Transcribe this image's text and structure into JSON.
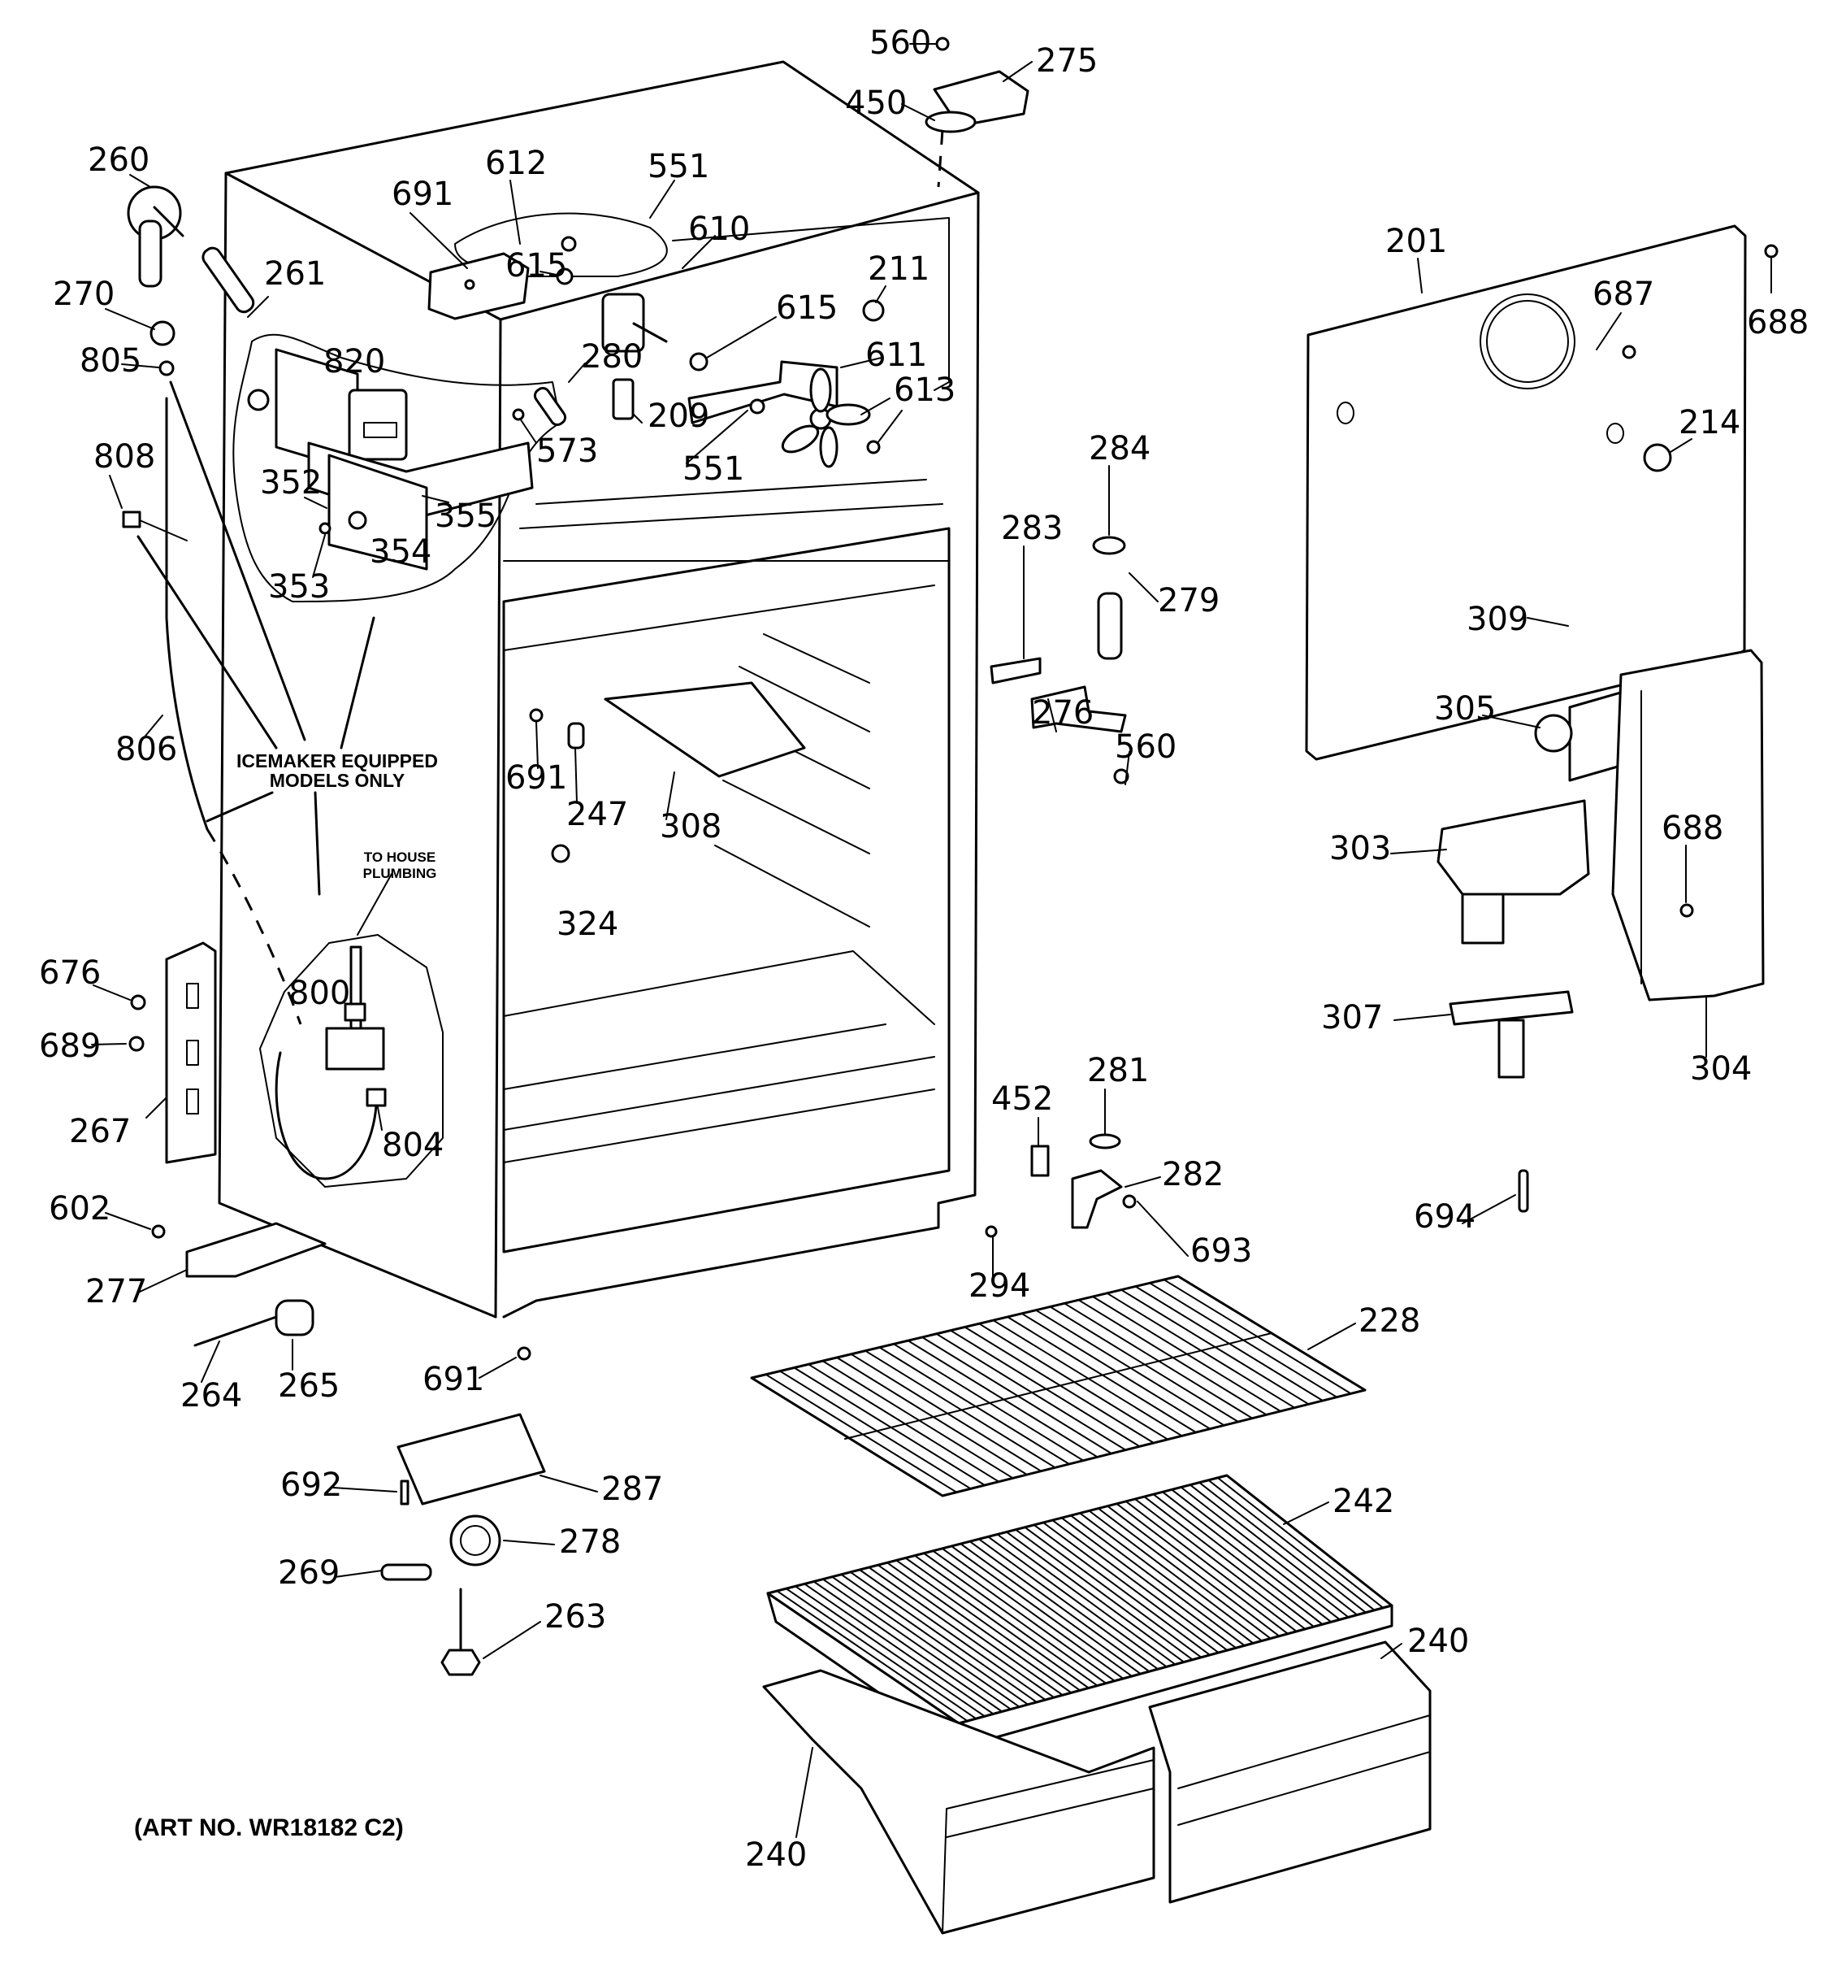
{
  "diagram": {
    "title": "Refrigerator cabinet parts diagram",
    "art_number": "(ART NO. WR18182 C2)",
    "notes": {
      "icemaker_line1": "ICEMAKER EQUIPPED",
      "icemaker_line2": "MODELS ONLY",
      "plumbing_line1": "TO HOUSE",
      "plumbing_line2": "PLUMBING"
    },
    "callouts": [
      {
        "id": "560a",
        "text": "560"
      },
      {
        "id": "275",
        "text": "275"
      },
      {
        "id": "450",
        "text": "450"
      },
      {
        "id": "260",
        "text": "260"
      },
      {
        "id": "612",
        "text": "612"
      },
      {
        "id": "551a",
        "text": "551"
      },
      {
        "id": "691a",
        "text": "691"
      },
      {
        "id": "610",
        "text": "610"
      },
      {
        "id": "615a",
        "text": "615"
      },
      {
        "id": "261",
        "text": "261"
      },
      {
        "id": "270",
        "text": "270"
      },
      {
        "id": "211",
        "text": "211"
      },
      {
        "id": "615b",
        "text": "615"
      },
      {
        "id": "805",
        "text": "805"
      },
      {
        "id": "820",
        "text": "820"
      },
      {
        "id": "280",
        "text": "280"
      },
      {
        "id": "611",
        "text": "611"
      },
      {
        "id": "613",
        "text": "613"
      },
      {
        "id": "209",
        "text": "209"
      },
      {
        "id": "573",
        "text": "573"
      },
      {
        "id": "551b",
        "text": "551"
      },
      {
        "id": "808",
        "text": "808"
      },
      {
        "id": "352",
        "text": "352"
      },
      {
        "id": "355",
        "text": "355"
      },
      {
        "id": "354",
        "text": "354"
      },
      {
        "id": "353",
        "text": "353"
      },
      {
        "id": "806",
        "text": "806"
      },
      {
        "id": "201",
        "text": "201"
      },
      {
        "id": "687",
        "text": "687"
      },
      {
        "id": "688a",
        "text": "688"
      },
      {
        "id": "214",
        "text": "214"
      },
      {
        "id": "284",
        "text": "284"
      },
      {
        "id": "283",
        "text": "283"
      },
      {
        "id": "279",
        "text": "279"
      },
      {
        "id": "276",
        "text": "276"
      },
      {
        "id": "560b",
        "text": "560"
      },
      {
        "id": "309",
        "text": "309"
      },
      {
        "id": "305",
        "text": "305"
      },
      {
        "id": "691b",
        "text": "691"
      },
      {
        "id": "247",
        "text": "247"
      },
      {
        "id": "308",
        "text": "308"
      },
      {
        "id": "324",
        "text": "324"
      },
      {
        "id": "303",
        "text": "303"
      },
      {
        "id": "688b",
        "text": "688"
      },
      {
        "id": "676",
        "text": "676"
      },
      {
        "id": "800",
        "text": "800"
      },
      {
        "id": "689",
        "text": "689"
      },
      {
        "id": "307",
        "text": "307"
      },
      {
        "id": "304",
        "text": "304"
      },
      {
        "id": "267",
        "text": "267"
      },
      {
        "id": "804",
        "text": "804"
      },
      {
        "id": "452",
        "text": "452"
      },
      {
        "id": "281",
        "text": "281"
      },
      {
        "id": "282",
        "text": "282"
      },
      {
        "id": "602",
        "text": "602"
      },
      {
        "id": "693",
        "text": "693"
      },
      {
        "id": "694",
        "text": "694"
      },
      {
        "id": "294",
        "text": "294"
      },
      {
        "id": "277",
        "text": "277"
      },
      {
        "id": "228",
        "text": "228"
      },
      {
        "id": "264",
        "text": "264"
      },
      {
        "id": "265",
        "text": "265"
      },
      {
        "id": "691c",
        "text": "691"
      },
      {
        "id": "692",
        "text": "692"
      },
      {
        "id": "287",
        "text": "287"
      },
      {
        "id": "242",
        "text": "242"
      },
      {
        "id": "278",
        "text": "278"
      },
      {
        "id": "269",
        "text": "269"
      },
      {
        "id": "263",
        "text": "263"
      },
      {
        "id": "240a",
        "text": "240"
      },
      {
        "id": "240b",
        "text": "240"
      }
    ]
  }
}
